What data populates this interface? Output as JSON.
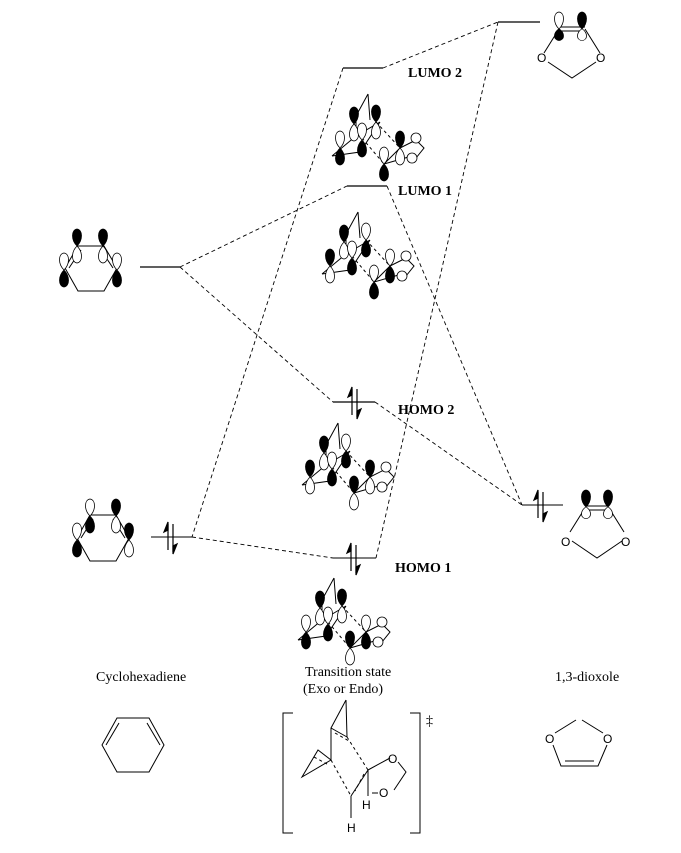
{
  "title": "Frontier molecular orbital correlation diagram: cyclohexadiene + 1,3-dioxole Diels-Alder transition state",
  "levels": {
    "lumo2": "LUMO 2",
    "lumo1": "LUMO 1",
    "homo2": "HOMO 2",
    "homo1": "HOMO 1"
  },
  "captions": {
    "left": "Cyclohexadiene",
    "center_line1": "Transition state",
    "center_line2": "(Exo or Endo)",
    "right": "1,3-dioxole",
    "double_dagger": "‡"
  },
  "atoms": {
    "oxygen": "O",
    "hydrogen": "H"
  },
  "occupancy": {
    "cyclohexadiene_homo": "paired electrons",
    "dioxole_homo": "paired electrons",
    "ts_homo1": "paired electrons",
    "ts_homo2": "paired electrons"
  }
}
